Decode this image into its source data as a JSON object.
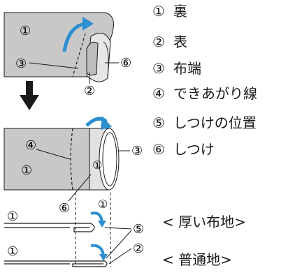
{
  "legend": [
    {
      "num": "①",
      "text": "裏"
    },
    {
      "num": "②",
      "text": "表"
    },
    {
      "num": "③",
      "text": "布端"
    },
    {
      "num": "④",
      "text": "できあがり線"
    },
    {
      "num": "⑤",
      "text": "しつけの位置"
    },
    {
      "num": "⑥",
      "text": "しつけ"
    }
  ],
  "captions": {
    "thick": "< 厚い布地>",
    "normal": "< 普通地>"
  },
  "callouts": {
    "c1": "①",
    "c2": "②",
    "c3": "③",
    "c4": "④",
    "c5": "⑤",
    "c6": "⑥"
  },
  "colors": {
    "fabric_gray": "#c8c8c8",
    "fabric_light": "#e2e2e2",
    "accent_blue": "#2d8fd0",
    "line": "#1a1a1a"
  }
}
